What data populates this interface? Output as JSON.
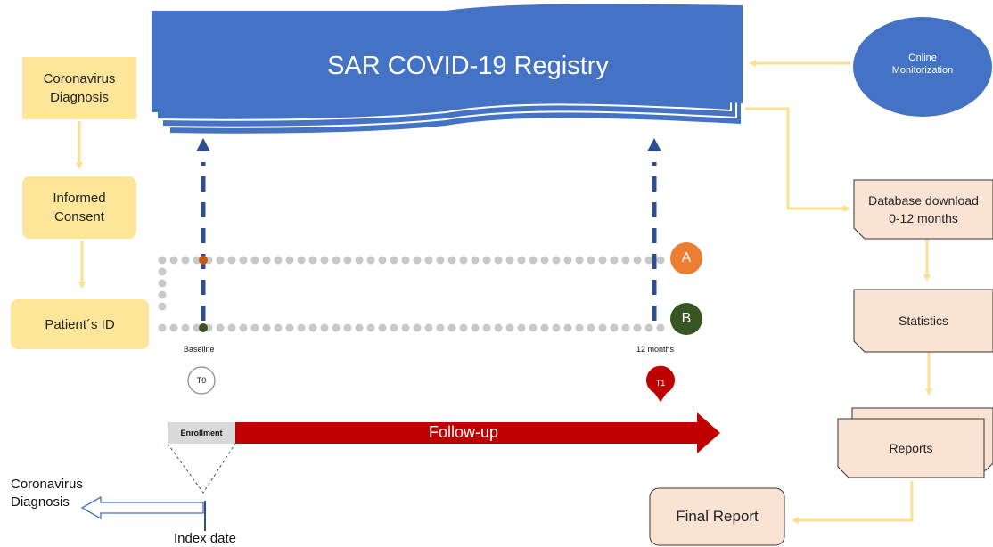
{
  "registry": {
    "title": "SAR COVID-19 Registry"
  },
  "monitor": {
    "label": "Online\nMonitorization"
  },
  "left_flow": [
    {
      "label": "Coronavirus\nDiagnosis"
    },
    {
      "label": "Informed\nConsent"
    },
    {
      "label": "Patient´s ID"
    }
  ],
  "right_flow": [
    {
      "label": "Database download\n0-12 months"
    },
    {
      "label": "Statistics"
    },
    {
      "label": "Reports"
    },
    {
      "label": "Final Report"
    }
  ],
  "timeline": {
    "group_a": "A",
    "group_b": "B",
    "baseline": "Baseline",
    "months12": "12 months",
    "t0": "T0",
    "t1": "T1",
    "enrollment": "Enrollment",
    "followup": "Follow-up"
  },
  "bottom": {
    "diagnosis": "Coronavirus\nDiagnosis",
    "index_date": "Index date"
  },
  "colors": {
    "registry_blue": "#4472c4",
    "arrow_yellow": "#fbe08f",
    "box_yellow": "#fde59a",
    "peach": "#fbe3d4",
    "dot_gray": "#c8c8c8",
    "dash_blue": "#2e4f8f",
    "orange": "#c55a11",
    "green": "#375623",
    "followup_red": "#c00000",
    "t1_red": "#c00000"
  }
}
